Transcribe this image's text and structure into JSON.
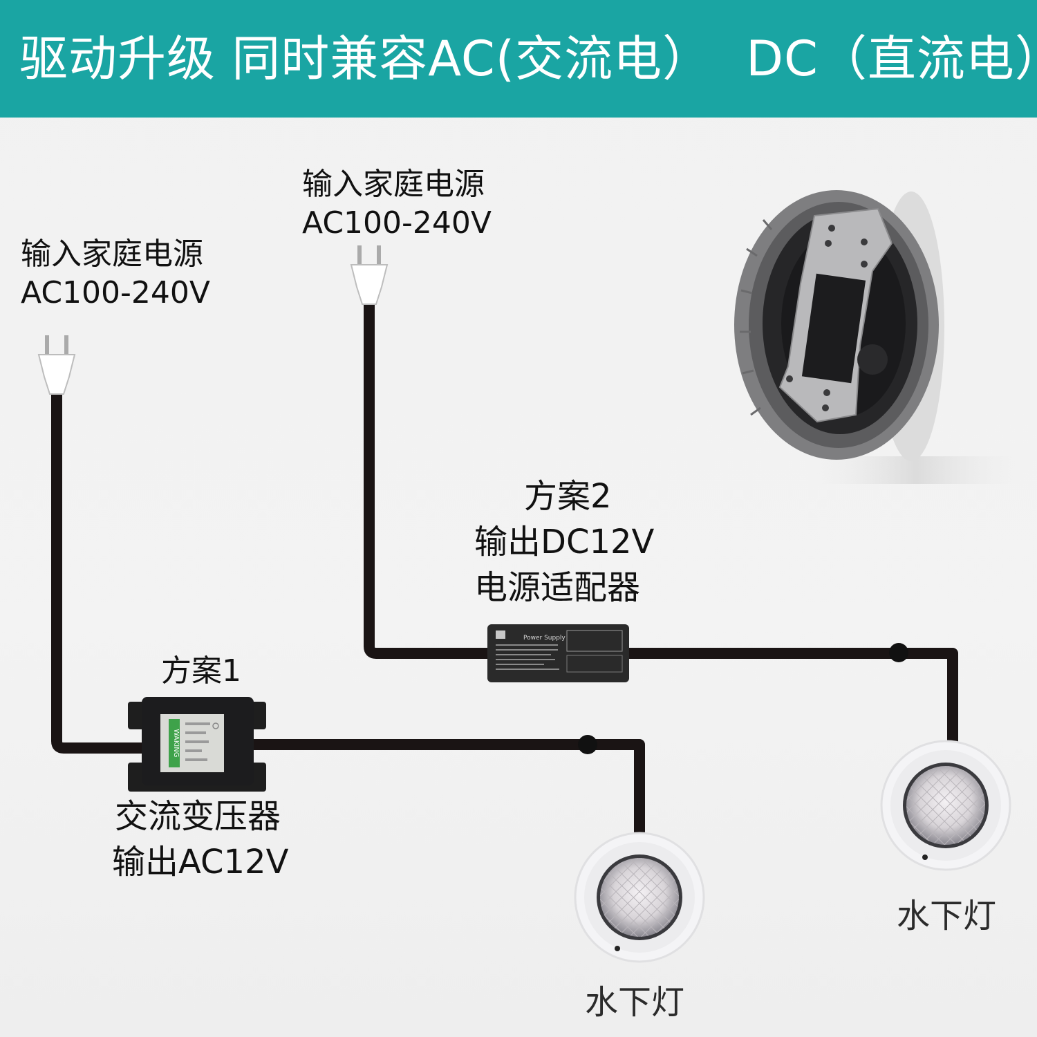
{
  "header": {
    "title_part1": "驱动升级 同时兼容AC(交流电）",
    "title_part2": "DC（直流电）",
    "bg_color": "#1aa5a3"
  },
  "input_left": {
    "line1": "输入家庭电源",
    "line2": "AC100-240V"
  },
  "input_right": {
    "line1": "输入家庭电源",
    "line2": "AC100-240V"
  },
  "scheme1": {
    "title": "方案1",
    "name": "交流变压器",
    "output": "输出AC12V",
    "device_brand": "WAKING"
  },
  "scheme2": {
    "title": "方案2",
    "output": "输出DC12V",
    "name": "电源适配器",
    "device_label": "Power Supply"
  },
  "lamp1_label": "水下灯",
  "lamp2_label": "水下灯",
  "colors": {
    "cable": "#1a1414",
    "transformer": "#1c1c1e",
    "adapter": "#2a2a2a",
    "lamp_rim": "#f4f4f6"
  }
}
